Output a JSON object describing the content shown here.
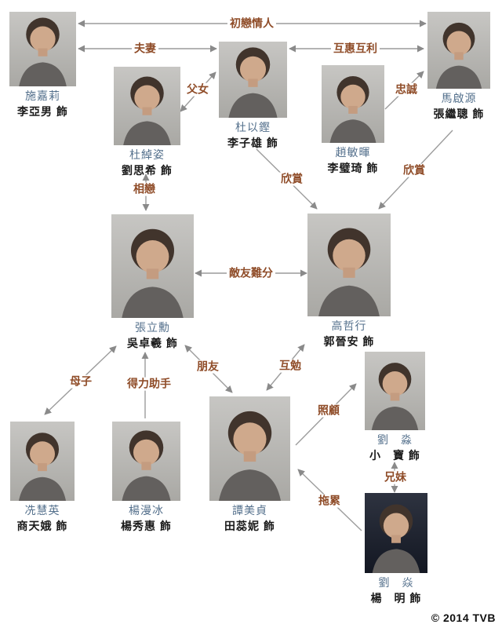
{
  "page": {
    "copyright": "© 2014 TVB"
  },
  "colors": {
    "character_name": "#54708c",
    "actor_name": "#1a1a1a",
    "relation_label": "#8f4c28",
    "arrow": "#989898",
    "photo_bg": "#b9b8b4",
    "photo_bg_dark": "#20242e",
    "background": "#ffffff"
  },
  "people": [
    {
      "character": "施嘉莉",
      "actor": "李亞男 飾"
    },
    {
      "character": "杜綽姿",
      "actor": "劉思希 飾"
    },
    {
      "character": "杜以鏗",
      "actor": "李子雄 飾"
    },
    {
      "character": "趙敏暉",
      "actor": "李璧琦 飾"
    },
    {
      "character": "馬啟源",
      "actor": "張繼聰 飾"
    },
    {
      "character": "張立勳",
      "actor": "吳卓羲 飾"
    },
    {
      "character": "高哲行",
      "actor": "郭晉安 飾"
    },
    {
      "character": "冼慧英",
      "actor": "商天娥 飾"
    },
    {
      "character": "楊漫冰",
      "actor": "楊秀惠 飾"
    },
    {
      "character": "譚美貞",
      "actor": "田蕊妮 飾"
    },
    {
      "character": "劉　淼",
      "actor": "小　寶 飾"
    },
    {
      "character": "劉　焱",
      "actor": "楊　明 飾"
    }
  ],
  "relations": [
    {
      "label": "初戀情人"
    },
    {
      "label": "夫妻"
    },
    {
      "label": "互惠互利"
    },
    {
      "label": "父女"
    },
    {
      "label": "忠誠"
    },
    {
      "label": "相戀"
    },
    {
      "label": "欣賞"
    },
    {
      "label": "欣賞"
    },
    {
      "label": "敵友難分"
    },
    {
      "label": "母子"
    },
    {
      "label": "得力助手"
    },
    {
      "label": "朋友"
    },
    {
      "label": "互勉"
    },
    {
      "label": "照顧"
    },
    {
      "label": "兄妹"
    },
    {
      "label": "拖累"
    }
  ]
}
